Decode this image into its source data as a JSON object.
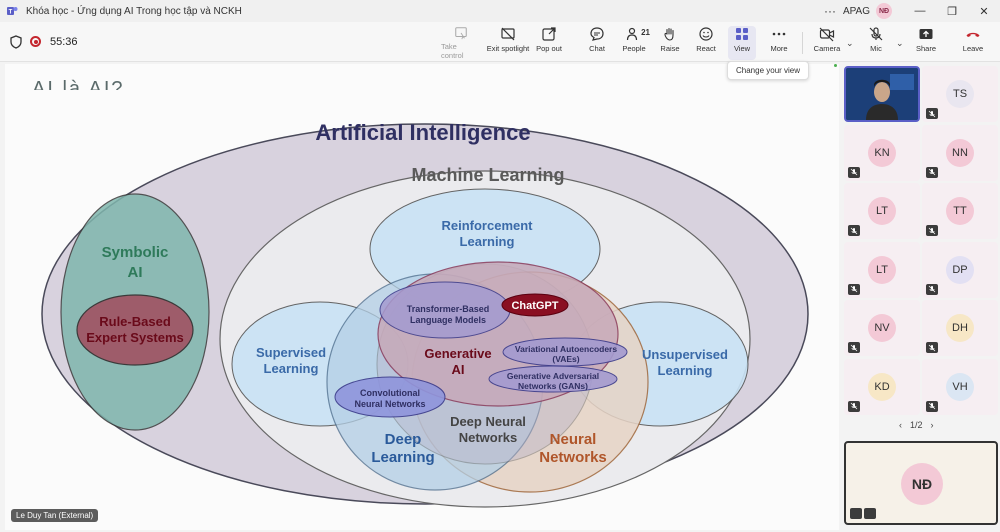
{
  "window": {
    "title": "Khóa học - Ứng dụng AI Trong học tập và NCKH",
    "org": "APAG",
    "user_initials": "NĐ"
  },
  "meeting": {
    "timer": "55:36"
  },
  "toolbar": {
    "take_control": "Take control",
    "exit_spotlight": "Exit spotlight",
    "pop_out": "Pop out",
    "chat": "Chat",
    "people": "People",
    "people_count": "21",
    "raise": "Raise",
    "react": "React",
    "view": "View",
    "more": "More",
    "camera": "Camera",
    "mic": "Mic",
    "share": "Share",
    "leave": "Leave"
  },
  "tooltip": {
    "text": "Change your view"
  },
  "slide": {
    "title_fragment": "AI là AI?",
    "labels": {
      "ai": "Artificial Intelligence",
      "ml": "Machine Learning",
      "symbolic_1": "Symbolic",
      "symbolic_2": "AI",
      "rule_1": "Rule-Based",
      "rule_2": "Expert Systems",
      "rl_1": "Reinforcement",
      "rl_2": "Learning",
      "sup_1": "Supervised",
      "sup_2": "Learning",
      "unsup_1": "Unsupervised",
      "unsup_2": "Learning",
      "transformer_1": "Transformer-Based",
      "transformer_2": "Language Models",
      "chatgpt": "ChatGPT",
      "genai_1": "Generative",
      "genai_2": "AI",
      "vae_1": "Variational Autoencoders",
      "vae_2": "(VAEs)",
      "gan_1": "Generative Adversarial",
      "gan_2": "Networks  (GANs)",
      "cnn_1": "Convolutional",
      "cnn_2": "Neural Networks",
      "dnn_1": "Deep Neural",
      "dnn_2": "Networks",
      "dl_1": "Deep",
      "dl_2": "Learning",
      "nn_1": "Neural",
      "nn_2": "Networks"
    }
  },
  "presenter": {
    "name_tag": "Le Duy Tan (External)"
  },
  "participants": [
    {
      "initials": "TS",
      "color": "#e9e6f0"
    },
    {
      "initials": "KN",
      "color": "#f3c9d6"
    },
    {
      "initials": "NN",
      "color": "#f3c9d6"
    },
    {
      "initials": "LT",
      "color": "#f3c9d6"
    },
    {
      "initials": "TT",
      "color": "#f3c9d6"
    },
    {
      "initials": "LT",
      "color": "#f3c9d6"
    },
    {
      "initials": "DP",
      "color": "#e2e0f3"
    },
    {
      "initials": "NV",
      "color": "#f3c9d6"
    },
    {
      "initials": "DH",
      "color": "#f7e7c6"
    },
    {
      "initials": "KD",
      "color": "#f7e7c6"
    },
    {
      "initials": "VH",
      "color": "#dbe6f3"
    }
  ],
  "pager": {
    "text": "1/2"
  },
  "self": {
    "initials": "NĐ"
  }
}
